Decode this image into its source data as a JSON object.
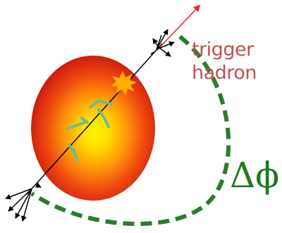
{
  "labels": {
    "trigger_line1": "trigger",
    "trigger_line2": "hadron",
    "delta_phi": "Δϕ"
  },
  "colors": {
    "trigger_text": "#c0504d",
    "trigger_arrow": "#e03030",
    "delta_phi_arc": "#2a7d2a",
    "nucleus_outer": "#d21a12",
    "nucleus_inner": "#ffe600",
    "jet_line": "#000000",
    "collision_star": "#ffb000",
    "shower_tracks": "#6abf8a"
  },
  "icons": {
    "collision_point": "starburst-icon",
    "near_side_jet": "jet-fan-icon",
    "away_side_jet": "jet-fan-icon"
  }
}
